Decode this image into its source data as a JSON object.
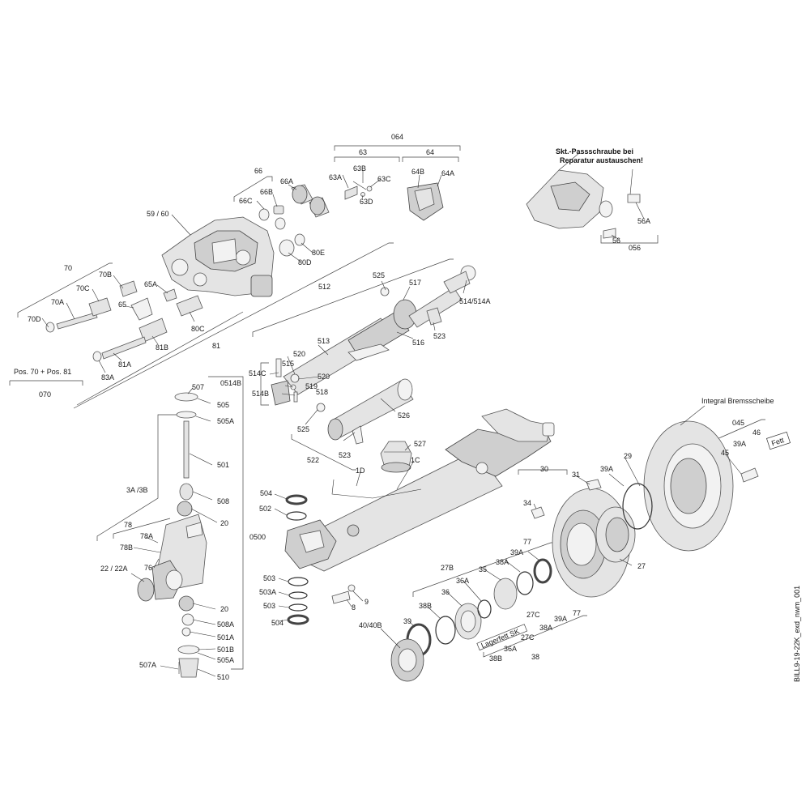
{
  "drawing_ref": "BILL9-19-22K_exd_nwm_001",
  "notes": {
    "skt_line1": "Skt.-Passschraube bei",
    "skt_line2": "Reparatur austauschen!",
    "integral": "Integral Bremsscheibe",
    "fett": "Fett",
    "lagerfett": "Lagerfett SK",
    "pos_sum": "Pos. 70 + Pos. 81"
  },
  "labels": [
    {
      "id": "064",
      "text": "064"
    },
    {
      "id": "63",
      "text": "63"
    },
    {
      "id": "64",
      "text": "64"
    },
    {
      "id": "63A",
      "text": "63A"
    },
    {
      "id": "63B",
      "text": "63B"
    },
    {
      "id": "63C",
      "text": "63C"
    },
    {
      "id": "63D",
      "text": "63D"
    },
    {
      "id": "64B",
      "text": "64B"
    },
    {
      "id": "64A",
      "text": "64A"
    },
    {
      "id": "66",
      "text": "66"
    },
    {
      "id": "66A",
      "text": "66A"
    },
    {
      "id": "66B",
      "text": "66B"
    },
    {
      "id": "66C",
      "text": "66C"
    },
    {
      "id": "59-60",
      "text": "59 / 60"
    },
    {
      "id": "80E",
      "text": "80E"
    },
    {
      "id": "80D",
      "text": "80D"
    },
    {
      "id": "70",
      "text": "70"
    },
    {
      "id": "70B",
      "text": "70B"
    },
    {
      "id": "70C",
      "text": "70C"
    },
    {
      "id": "70A",
      "text": "70A"
    },
    {
      "id": "70D",
      "text": "70D"
    },
    {
      "id": "65A",
      "text": "65A"
    },
    {
      "id": "65",
      "text": "65"
    },
    {
      "id": "80C",
      "text": "80C"
    },
    {
      "id": "81B",
      "text": "81B"
    },
    {
      "id": "81",
      "text": "81"
    },
    {
      "id": "81A",
      "text": "81A"
    },
    {
      "id": "83A",
      "text": "83A"
    },
    {
      "id": "070",
      "text": "070"
    },
    {
      "id": "512",
      "text": "512"
    },
    {
      "id": "525a",
      "text": "525"
    },
    {
      "id": "517",
      "text": "517"
    },
    {
      "id": "514-514A",
      "text": "514/514A"
    },
    {
      "id": "523a",
      "text": "523"
    },
    {
      "id": "516",
      "text": "516"
    },
    {
      "id": "513",
      "text": "513"
    },
    {
      "id": "520a",
      "text": "520"
    },
    {
      "id": "515",
      "text": "515"
    },
    {
      "id": "514C",
      "text": "514C"
    },
    {
      "id": "0514B",
      "text": "0514B"
    },
    {
      "id": "520b",
      "text": "520"
    },
    {
      "id": "519",
      "text": "519"
    },
    {
      "id": "518",
      "text": "518"
    },
    {
      "id": "514B",
      "text": "514B"
    },
    {
      "id": "526",
      "text": "526"
    },
    {
      "id": "525b",
      "text": "525"
    },
    {
      "id": "523b",
      "text": "523"
    },
    {
      "id": "522",
      "text": "522"
    },
    {
      "id": "527",
      "text": "527"
    },
    {
      "id": "1D",
      "text": "1D"
    },
    {
      "id": "1C",
      "text": "1C"
    },
    {
      "id": "56A",
      "text": "56A"
    },
    {
      "id": "56",
      "text": "56"
    },
    {
      "id": "056",
      "text": "056"
    },
    {
      "id": "045",
      "text": "045"
    },
    {
      "id": "46",
      "text": "46"
    },
    {
      "id": "39A-a",
      "text": "39A"
    },
    {
      "id": "45",
      "text": "45"
    },
    {
      "id": "29",
      "text": "29"
    },
    {
      "id": "30",
      "text": "30"
    },
    {
      "id": "31",
      "text": "31"
    },
    {
      "id": "39A-b",
      "text": "39A"
    },
    {
      "id": "34",
      "text": "34"
    },
    {
      "id": "27",
      "text": "27"
    },
    {
      "id": "507",
      "text": "507"
    },
    {
      "id": "505",
      "text": "505"
    },
    {
      "id": "505A",
      "text": "505A"
    },
    {
      "id": "501",
      "text": "501"
    },
    {
      "id": "508",
      "text": "508"
    },
    {
      "id": "20a",
      "text": "20"
    },
    {
      "id": "3A3B",
      "text": "3A /3B"
    },
    {
      "id": "0500",
      "text": "0500"
    },
    {
      "id": "78",
      "text": "78"
    },
    {
      "id": "78A",
      "text": "78A"
    },
    {
      "id": "78B",
      "text": "78B"
    },
    {
      "id": "76",
      "text": "76"
    },
    {
      "id": "22-22A",
      "text": "22 / 22A"
    },
    {
      "id": "20b",
      "text": "20"
    },
    {
      "id": "508A",
      "text": "508A"
    },
    {
      "id": "501A",
      "text": "501A"
    },
    {
      "id": "501B",
      "text": "501B"
    },
    {
      "id": "505A-b",
      "text": "505A"
    },
    {
      "id": "507A",
      "text": "507A"
    },
    {
      "id": "510",
      "text": "510"
    },
    {
      "id": "504a",
      "text": "504"
    },
    {
      "id": "502",
      "text": "502"
    },
    {
      "id": "503a",
      "text": "503"
    },
    {
      "id": "503A",
      "text": "503A"
    },
    {
      "id": "503b",
      "text": "503"
    },
    {
      "id": "504b",
      "text": "504"
    },
    {
      "id": "9",
      "text": "9"
    },
    {
      "id": "8",
      "text": "8"
    },
    {
      "id": "77a",
      "text": "77"
    },
    {
      "id": "39A-c",
      "text": "39A"
    },
    {
      "id": "27B",
      "text": "27B"
    },
    {
      "id": "38A-a",
      "text": "38A"
    },
    {
      "id": "35",
      "text": "35"
    },
    {
      "id": "36A-a",
      "text": "36A"
    },
    {
      "id": "36",
      "text": "36"
    },
    {
      "id": "38B-a",
      "text": "38B"
    },
    {
      "id": "39",
      "text": "39"
    },
    {
      "id": "40-40B",
      "text": "40/40B"
    },
    {
      "id": "77b",
      "text": "77"
    },
    {
      "id": "39A-d",
      "text": "39A"
    },
    {
      "id": "27C-a",
      "text": "27C"
    },
    {
      "id": "38A-b",
      "text": "38A"
    },
    {
      "id": "27C-b",
      "text": "27C"
    },
    {
      "id": "36A-b",
      "text": "36A"
    },
    {
      "id": "38B-b",
      "text": "38B"
    },
    {
      "id": "38",
      "text": "38"
    }
  ]
}
